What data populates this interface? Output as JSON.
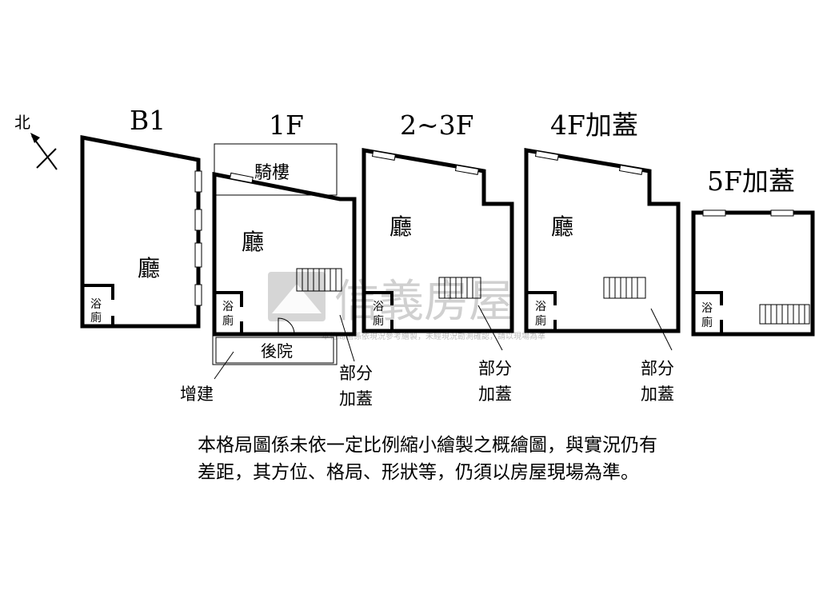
{
  "compass": {
    "label": "北"
  },
  "floors": {
    "b1": {
      "title": "B1",
      "hall": "廳",
      "wc_line1": "浴",
      "wc_line2": "廁"
    },
    "f1": {
      "title": "1F",
      "arcade": "騎樓",
      "hall": "廳",
      "wc_line1": "浴",
      "wc_line2": "廁",
      "backyard": "後院",
      "extension": "增建",
      "partial_1": "部分",
      "partial_2": "加蓋"
    },
    "f23": {
      "title": "2~3F",
      "hall": "廳",
      "wc_line1": "浴",
      "wc_line2": "廁",
      "partial_1": "部分",
      "partial_2": "加蓋"
    },
    "f4": {
      "title": "4F加蓋",
      "hall": "廳",
      "wc_line1": "浴",
      "wc_line2": "廁",
      "partial_1": "部分",
      "partial_2": "加蓋"
    },
    "f5": {
      "title": "5F加蓋",
      "wc_line1": "浴",
      "wc_line2": "廁"
    }
  },
  "watermark": {
    "brand": "信義房屋",
    "subtitle": "本格局圖係依現況參考繪製，未經現況勘測確認，請以現場為準"
  },
  "disclaimer": "本格局圖係未依一定比例縮小繪製之概繪圖，與實況仍有差距，其方位、格局、形狀等，仍須以房屋現場為準。"
}
